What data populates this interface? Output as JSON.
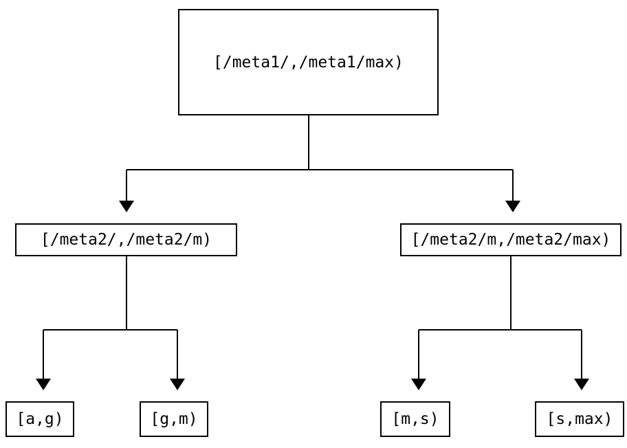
{
  "diagram": {
    "type": "tree",
    "colors": {
      "background": "#ffffff",
      "line": "#000000",
      "text": "#000000"
    },
    "nodes": {
      "root": {
        "label": "[/meta1/,/meta1/max)"
      },
      "left_child": {
        "label": "[/meta2/,/meta2/m)"
      },
      "right_child": {
        "label": "[/meta2/m,/meta2/max)"
      },
      "leaf_1": {
        "label": "[a,g)"
      },
      "leaf_2": {
        "label": "[g,m)"
      },
      "leaf_3": {
        "label": "[m,s)"
      },
      "leaf_4": {
        "label": "[s,max)"
      }
    },
    "edges": [
      {
        "from": "root",
        "to": [
          "left_child",
          "right_child"
        ]
      },
      {
        "from": "left_child",
        "to": [
          "leaf_1",
          "leaf_2"
        ]
      },
      {
        "from": "right_child",
        "to": [
          "leaf_3",
          "leaf_4"
        ]
      }
    ]
  }
}
